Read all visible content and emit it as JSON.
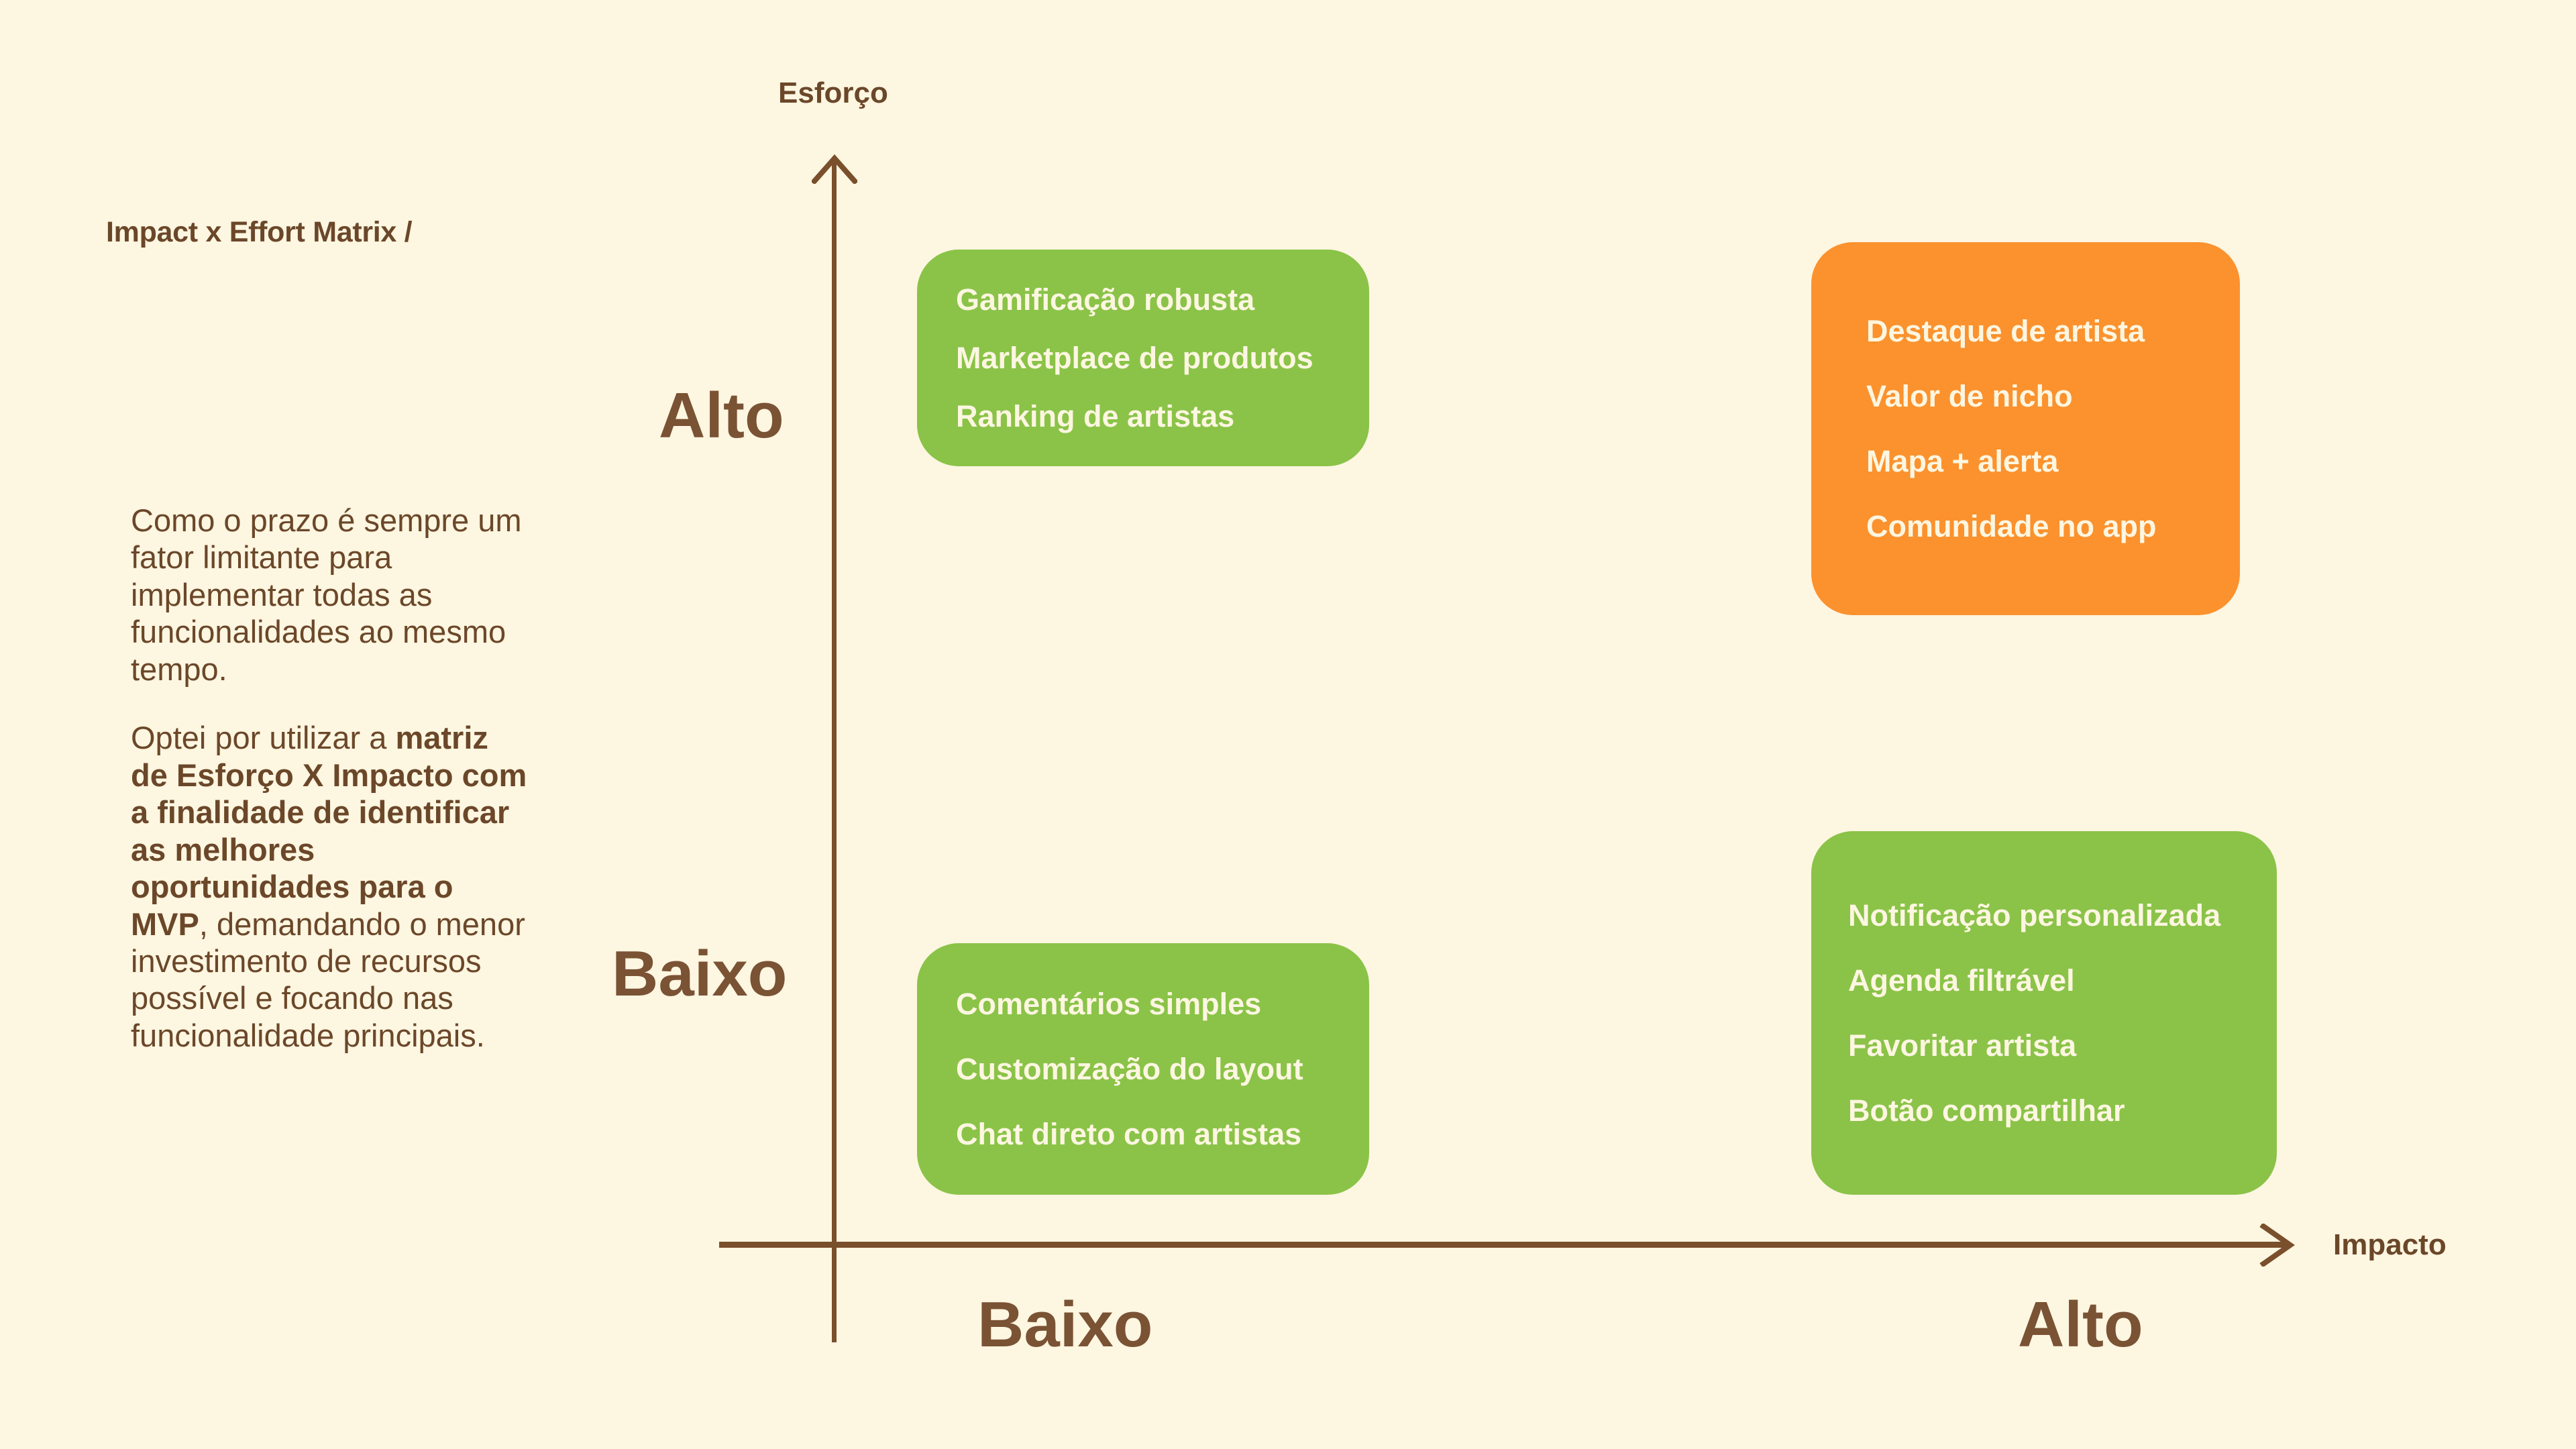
{
  "page": {
    "background_color": "#FDF6E1",
    "title": "Impact x Effort Matrix /"
  },
  "sidebar": {
    "paragraph_1": "Como o prazo é sempre um fator limitante para implementar todas as funcionalidades ao mesmo tempo.",
    "paragraph_2_lead": "Optei por utilizar a ",
    "paragraph_2_bold": "matriz de Esforço X Impacto com a finalidade de identificar as melhores oportunidades para o MVP",
    "paragraph_2_tail": ", demandando o menor investimento de recursos possível e focando nas funcionalidade principais."
  },
  "chart_data": {
    "type": "matrix",
    "title": "Impact x Effort Matrix /",
    "xlabel": "Impacto",
    "ylabel": "Esforço",
    "x_ticks": [
      "Baixo",
      "Alto"
    ],
    "y_ticks": [
      "Baixo",
      "Alto"
    ],
    "grid": false,
    "colors": {
      "background": "#FDF6E1",
      "axis": "#7A4F2C",
      "text": "#6B4729",
      "green": "#8AC348",
      "orange": "#FB922E",
      "card_text": "#FDF6E1"
    },
    "quadrants": [
      {
        "id": "high-effort-low-impact",
        "effort": "Alto",
        "impact": "Baixo",
        "color": "#8AC348",
        "items": [
          "Gamificação robusta",
          "Marketplace de produtos",
          "Ranking de artistas"
        ]
      },
      {
        "id": "high-effort-high-impact",
        "effort": "Alto",
        "impact": "Alto",
        "color": "#FB922E",
        "items": [
          "Destaque de artista",
          "Valor de nicho",
          "Mapa + alerta",
          "Comunidade no app"
        ]
      },
      {
        "id": "low-effort-low-impact",
        "effort": "Baixo",
        "impact": "Baixo",
        "color": "#8AC348",
        "items": [
          "Comentários simples",
          "Customização do layout",
          "Chat direto com artistas"
        ]
      },
      {
        "id": "low-effort-high-impact",
        "effort": "Baixo",
        "impact": "Alto",
        "color": "#8AC348",
        "items": [
          "Notificação personalizada",
          "Agenda filtrável",
          "Favoritar artista",
          "Botão compartilhar"
        ]
      }
    ]
  }
}
